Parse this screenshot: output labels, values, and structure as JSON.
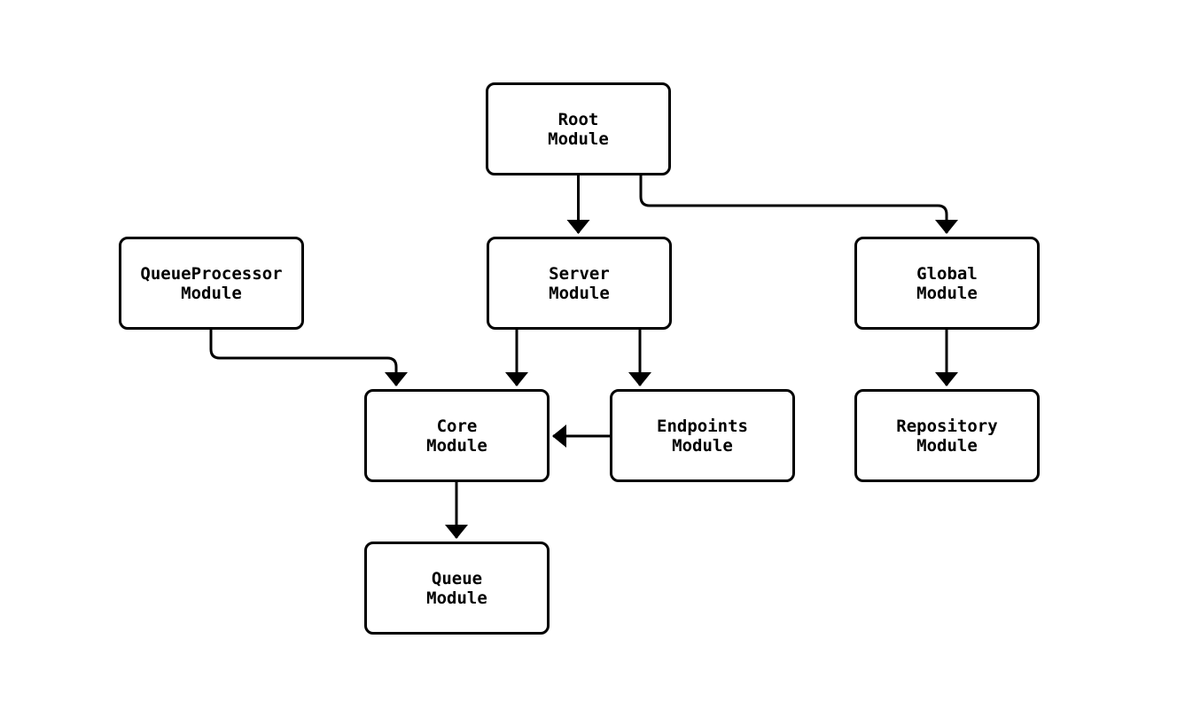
{
  "diagram": {
    "type": "module-dependency-diagram",
    "background_color": "#ffffff",
    "node_fill_color": "#ffffff",
    "stroke_color": "#000000",
    "nodes": [
      {
        "id": "root",
        "label": "Root\nModule"
      },
      {
        "id": "queueprocessor",
        "label": "QueueProcessor\nModule"
      },
      {
        "id": "server",
        "label": "Server\nModule"
      },
      {
        "id": "global",
        "label": "Global\nModule"
      },
      {
        "id": "core",
        "label": "Core\nModule"
      },
      {
        "id": "endpoints",
        "label": "Endpoints\nModule"
      },
      {
        "id": "repository",
        "label": "Repository\nModule"
      },
      {
        "id": "queue",
        "label": "Queue\nModule"
      }
    ],
    "edges": [
      {
        "from": "root",
        "to": "server"
      },
      {
        "from": "root",
        "to": "global"
      },
      {
        "from": "queueprocessor",
        "to": "core"
      },
      {
        "from": "server",
        "to": "core"
      },
      {
        "from": "server",
        "to": "endpoints"
      },
      {
        "from": "endpoints",
        "to": "core"
      },
      {
        "from": "global",
        "to": "repository"
      },
      {
        "from": "core",
        "to": "queue"
      }
    ]
  }
}
